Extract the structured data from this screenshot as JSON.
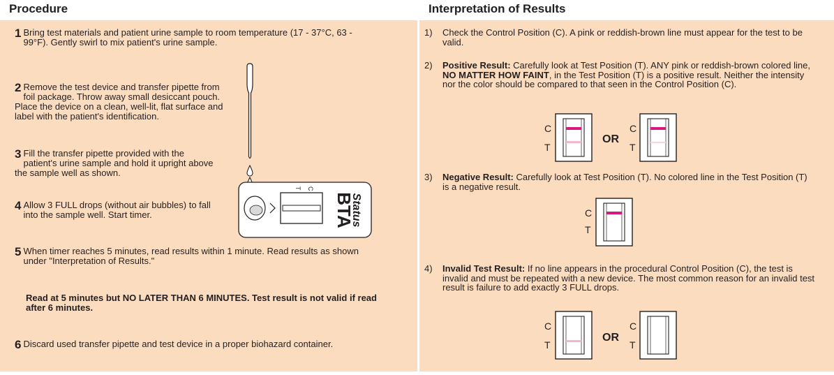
{
  "procedure": {
    "title": "Procedure",
    "steps": [
      {
        "num": "1",
        "text": "Bring test materials and patient urine sample to room temperature (17 - 37°C, 63 - 99°F). Gently swirl to mix patient's urine sample."
      },
      {
        "num": "2",
        "text": "Remove the test device and transfer pipette from foil package. Throw away small desiccant pouch. Place the device on a clean, well-lit, flat surface and label with the patient's identification."
      },
      {
        "num": "3",
        "text": "Fill the transfer pipette provided with the patient's urine sample and hold it upright above the sample well as shown."
      },
      {
        "num": "4",
        "text": "Allow 3 FULL drops (without air bubbles) to fall into the sample well. Start timer."
      },
      {
        "num": "5",
        "text": "When timer reaches 5 minutes, read results within 1 minute. Read results as shown under \"Interpretation of Results.\""
      },
      {
        "num": "6",
        "text": "Discard used transfer pipette and test device in a proper biohazard container."
      }
    ],
    "warning": "Read at 5 minutes but NO LATER THAN 6 MINUTES. Test result is not valid if read after 6 minutes.",
    "device_brand": "Status",
    "device_name": "BTA",
    "device_t": "T",
    "device_c": "C"
  },
  "interpretation": {
    "title": "Interpretation of Results",
    "items": [
      {
        "num": "1)",
        "label": "",
        "text": "Check the Control Position (C). A pink or reddish-brown line must appear for the test to be valid."
      },
      {
        "num": "2)",
        "label": "Positive Result:",
        "text_a": " Carefully look at Test Position (T). ANY pink or reddish-brown colored line, ",
        "emph": "NO MATTER HOW FAINT",
        "text_b": ", in the Test Position (T) is a positive result. Neither the intensity nor the color should be compared to that seen in the Control Position (C)."
      },
      {
        "num": "3)",
        "label": "Negative Result:",
        "text": " Carefully look at Test Position (T). No colored line in the Test Position (T) is a negative result."
      },
      {
        "num": "4)",
        "label": "Invalid Test Result:",
        "text": " If no line appears in the procedural Control Position (C), the test is invalid and must be repeated with a new device. The most common reason for an invalid test result is failure to add exactly 3 FULL drops."
      }
    ],
    "c_label": "C",
    "t_label": "T",
    "or_label": "OR"
  },
  "colors": {
    "panel_bg": "#fcdcbf",
    "control_line": "#d6197a",
    "faint_line": "#f2b6cf",
    "very_faint_line": "#f7d3e1"
  }
}
